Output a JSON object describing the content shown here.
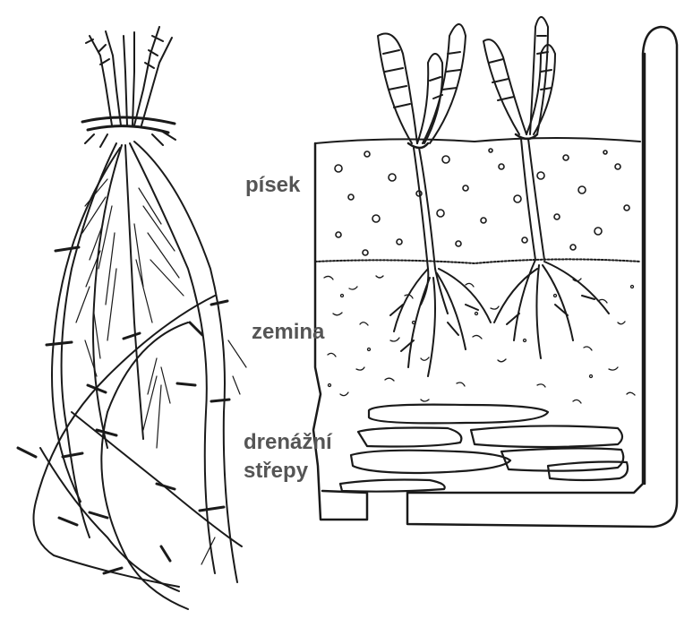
{
  "labels": {
    "sand": "písek",
    "soil": "zemina",
    "drainage_line1": "drenážní",
    "drainage_line2": "střepy"
  },
  "colors": {
    "ink": "#1a1a1a",
    "label_text": "#555555",
    "background": "#ffffff"
  }
}
